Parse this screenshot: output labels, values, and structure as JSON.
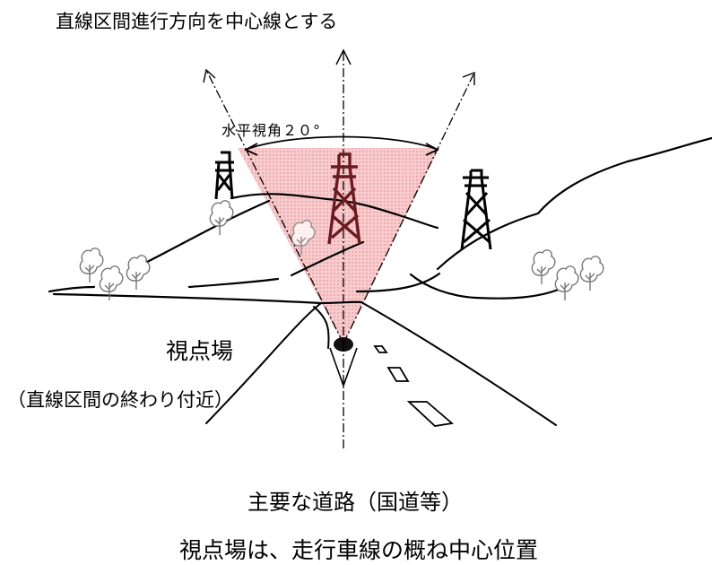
{
  "title": "直線区間進行方向を中心線とする",
  "angle_label": "水平視角２０°",
  "viewpoint_label": "視点場",
  "viewpoint_sub": "（直線区間の終わり付近）",
  "road_label": "主要な道路（国道等）",
  "note": "視点場は、走行車線の概ね中心位置",
  "colors": {
    "view_cone": "#f4b5b8",
    "line": "#000000",
    "tower_center": "#6a1a20"
  }
}
